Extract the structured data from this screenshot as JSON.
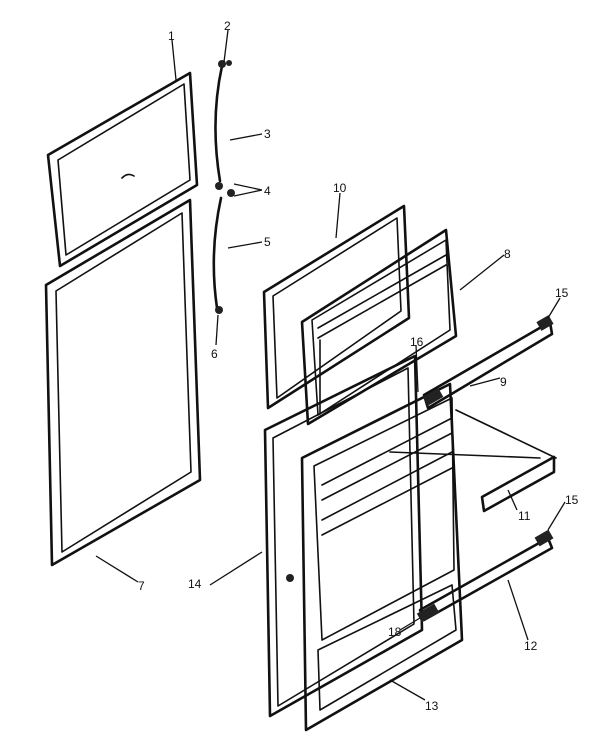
{
  "callouts": {
    "c1": "1",
    "c2": "2",
    "c3": "3",
    "c4": "4",
    "c5": "5",
    "c6": "6",
    "c7": "7",
    "c8": "8",
    "c9": "9",
    "c10": "10",
    "c11": "11",
    "c12": "12",
    "c13": "13",
    "c14": "14",
    "c15a": "15",
    "c15b": "15",
    "c16": "16",
    "c18": "18"
  }
}
